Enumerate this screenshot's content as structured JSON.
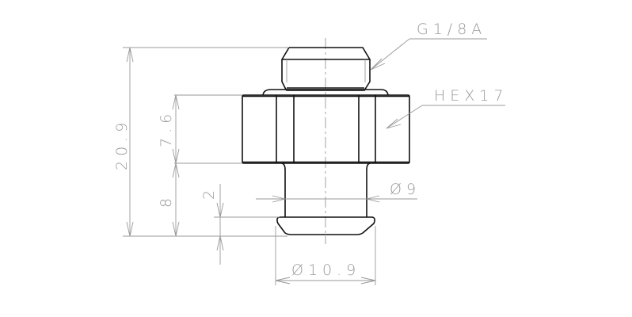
{
  "drawing": {
    "type": "fitting-side-view",
    "colors": {
      "part_outline": "#111111",
      "dimension": "#999999",
      "background": "#ffffff"
    },
    "callouts": [
      {
        "id": "thread",
        "label": "G1/8A"
      },
      {
        "id": "hex",
        "label": "HEX17"
      }
    ],
    "dimensions": {
      "overall_height": "20.9",
      "hex_height": "7.6",
      "lower_height": "8",
      "flange_height": "2",
      "stem_diameter": "Ø9",
      "flange_diameter": "Ø10.9"
    }
  }
}
